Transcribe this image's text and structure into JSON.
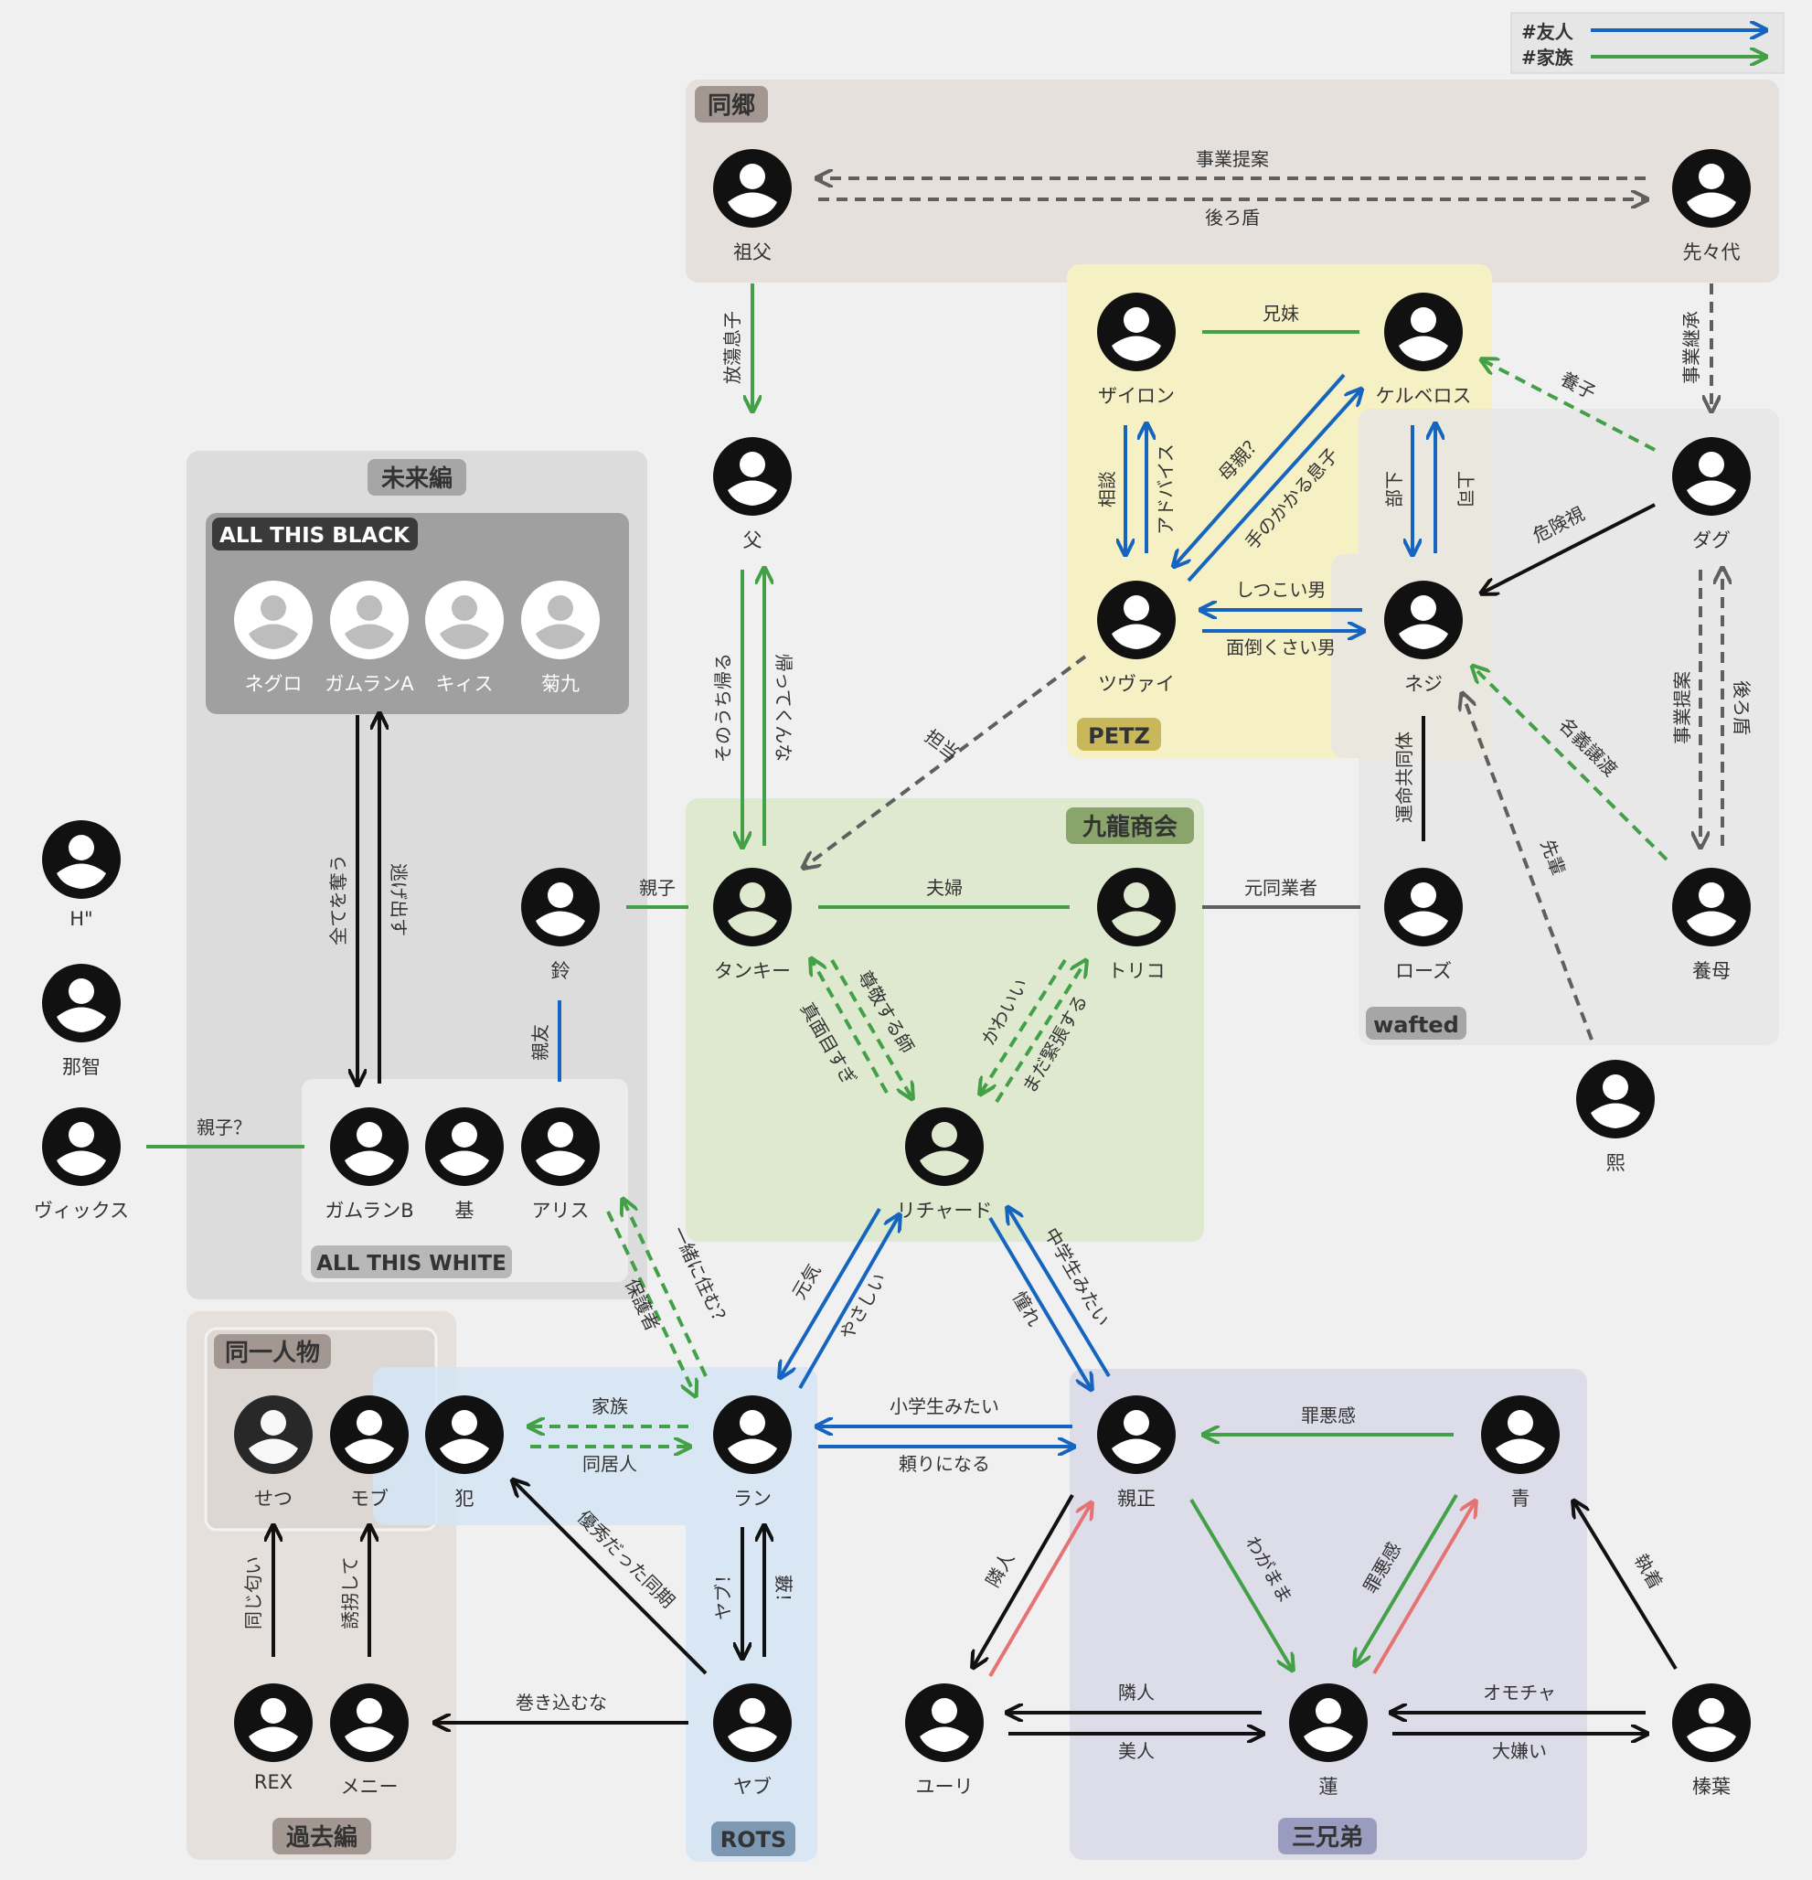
{
  "legend": [
    {
      "label": "#友人",
      "color": "#1565c0"
    },
    {
      "label": "#家族",
      "color": "#43a047"
    }
  ],
  "groups": {
    "dokyo": "同郷",
    "mirai": "未来編",
    "allthisblack": "ALL THIS BLACK",
    "allthiswhite": "ALL THIS WHITE",
    "kowloon": "九龍商会",
    "petz": "PETZ",
    "wafted": "wafted",
    "doitsu": "同一人物",
    "kako": "過去編",
    "rots": "ROTS",
    "sankyodai": "三兄弟"
  },
  "nodes": {
    "sofu": "祖父",
    "sensendai": "先々代",
    "chichi": "父",
    "zairon": "ザイロン",
    "kerberos": "ケルベロス",
    "tsuvai": "ツヴァイ",
    "negi": "ネジ",
    "dagu": "ダグ",
    "rose": "ローズ",
    "youbo": "養母",
    "hiro": "熙",
    "negro": "ネグロ",
    "gamuranA": "ガムランA",
    "kiss": "キィス",
    "kikuku": "菊九",
    "H": "H\"",
    "nachi": "那智",
    "vix": "ヴィックス",
    "rin": "鈴",
    "gamuranB": "ガムランB",
    "moto": "基",
    "alice": "アリス",
    "tankey": "タンキー",
    "toriko": "トリコ",
    "richard": "リチャード",
    "setsu": "せつ",
    "mob": "モブ",
    "han": "犯",
    "ran": "ラン",
    "oyatadashi": "親正",
    "ao": "青",
    "rex": "REX",
    "meny": "メニー",
    "yabu": "ヤブ",
    "yuri": "ユーリ",
    "ren": "蓮",
    "haruha": "榛葉"
  },
  "edge_labels": {
    "jigyouteian": "事業提案",
    "ushirodate": "後ろ盾",
    "houtoumusuko": "放蕩息子",
    "jigyoukeishou": "事業継承",
    "kyoudai": "兄妹",
    "youshi": "養子",
    "soudan": "相談",
    "advice": "アドバイス",
    "hahaoya": "母親？",
    "tenokakaru": "手のかかる息子",
    "buka": "部下",
    "joushi": "上司",
    "kikenshi": "危険視",
    "shitsukoi": "しつこい男",
    "mendou": "面倒くさい男",
    "jigyouteian2": "事業提案",
    "ushirodate2": "後ろ盾",
    "tantou": "担当",
    "sonouchi": "そのうち帰る",
    "kaettekunna": "帰ってくんな",
    "unmei": "運命共同体",
    "meigijouto": "名義譲渡",
    "senpai": "先輩",
    "subete": "全てを奪う",
    "nigedasu": "逃げ出す",
    "oyako": "親子",
    "fuufu": "夫婦",
    "motodougyou": "元同業者",
    "shinyuu": "親友",
    "oyako2": "親子？",
    "sonkei": "尊敬する師",
    "majime": "真面目すぎ",
    "kawaii": "かわいい",
    "kinchou": "まだ緊張する",
    "issho": "一緒に住む？",
    "hogosha": "保護者",
    "genki": "元気",
    "yasashii": "やさしい",
    "chuugakusei": "中学生みたい",
    "akogare": "憧れ",
    "kazoku": "家族",
    "doukyonin": "同居人",
    "shougakusei": "小学生みたい",
    "tayori": "頼りになる",
    "zaiakukan": "罪悪感",
    "yuushuu": "優秀だった同期",
    "yabu_ex": "ヤブ！",
    "yabu_ex2": "藪！",
    "onaji": "同じ匂い",
    "yuukai": "誘拐して",
    "makikomu": "巻き込むな",
    "rinjin": "隣人",
    "wagamama": "わがまま",
    "zaiakukan2": "罪悪感",
    "shuuchaku": "執着",
    "rinjin2": "隣人",
    "bijin": "美人",
    "omocha": "オモチャ",
    "daikirai": "大嫌い"
  },
  "colors": {
    "friend": "#1565c0",
    "family": "#43a047",
    "black": "#111111",
    "gray": "#5f5f5f",
    "red": "#e57373"
  }
}
